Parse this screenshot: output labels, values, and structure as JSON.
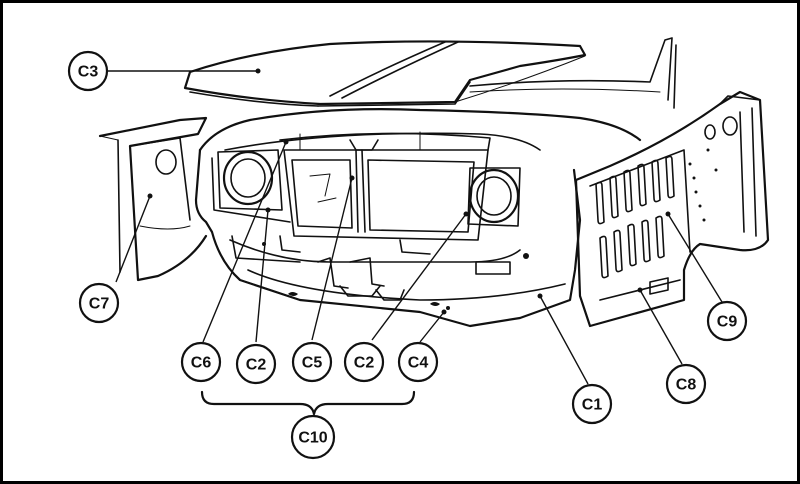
{
  "callouts": {
    "c3": "C3",
    "c7": "C7",
    "c6": "C6",
    "c2_left": "C2",
    "c5": "C5",
    "c2_right": "C2",
    "c4": "C4",
    "c1": "C1",
    "c8": "C8",
    "c9": "C9",
    "c10": "C10"
  },
  "colors": {
    "ink": "#111111",
    "paper": "#ffffff"
  }
}
